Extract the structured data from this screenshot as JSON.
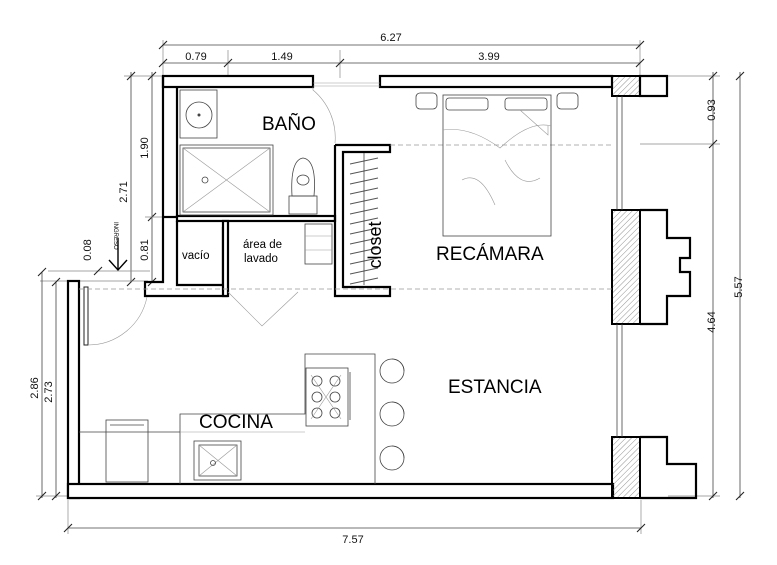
{
  "rooms": {
    "bano": "BAÑO",
    "recamara": "RECÁMARA",
    "estancia": "ESTANCIA",
    "cocina": "COCINA",
    "closet": "closet",
    "vacio": "vacío",
    "area_lavado_1": "área de",
    "area_lavado_2": "lavado",
    "ingreso": "INGRESO"
  },
  "dimensions": {
    "top_total": "6.27",
    "top_1": "0.79",
    "top_2": "1.49",
    "top_3": "3.99",
    "bottom_total": "7.57",
    "left_271": "2.71",
    "left_190": "1.90",
    "left_081": "0.81",
    "left_008": "0.08",
    "left_286": "2.86",
    "left_273": "2.73",
    "right_093": "0.93",
    "right_464": "4.64",
    "right_557": "5.57"
  },
  "colors": {
    "wall": "#000000",
    "line": "#444444",
    "hatch": "#777777"
  }
}
